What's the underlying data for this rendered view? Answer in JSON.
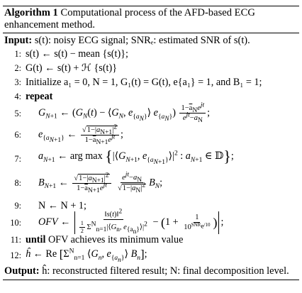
{
  "caption": {
    "label": "Algorithm 1",
    "text": "Computational process of the AFD-based ECG enhancement method."
  },
  "input": {
    "label": "Input:",
    "text": "s(t): noisy ECG signal; SNRₑ: estimated SNR of s(t)."
  },
  "steps": [
    {
      "num": "1:",
      "kind": "text",
      "text": "s(t) ← s(t) − mean {s(t)};"
    },
    {
      "num": "2:",
      "kind": "text",
      "text": "G(t) ← s(t) + ℋ {s(t)}"
    },
    {
      "num": "3:",
      "kind": "text",
      "text": "Initialize a₁ = 0, N = 1, G₁(t) = G(t), e{a₁} = 1, and B₁ = 1;"
    },
    {
      "num": "4:",
      "kind": "keyword",
      "text": "repeat"
    },
    {
      "num": "5:",
      "kind": "formula"
    },
    {
      "num": "6:",
      "kind": "formula"
    },
    {
      "num": "7:",
      "kind": "formula"
    },
    {
      "num": "8:",
      "kind": "formula"
    },
    {
      "num": "9:",
      "kind": "text",
      "text": "N ← N + 1;"
    },
    {
      "num": "10:",
      "kind": "formula"
    },
    {
      "num": "11:",
      "kind": "until",
      "keyword": "until",
      "text": "OFV achieves its minimum value"
    },
    {
      "num": "12:",
      "kind": "formula"
    }
  ],
  "output": {
    "label": "Output:",
    "text": "ĥ: reconstructed filtered result; N: final decomposition level."
  }
}
